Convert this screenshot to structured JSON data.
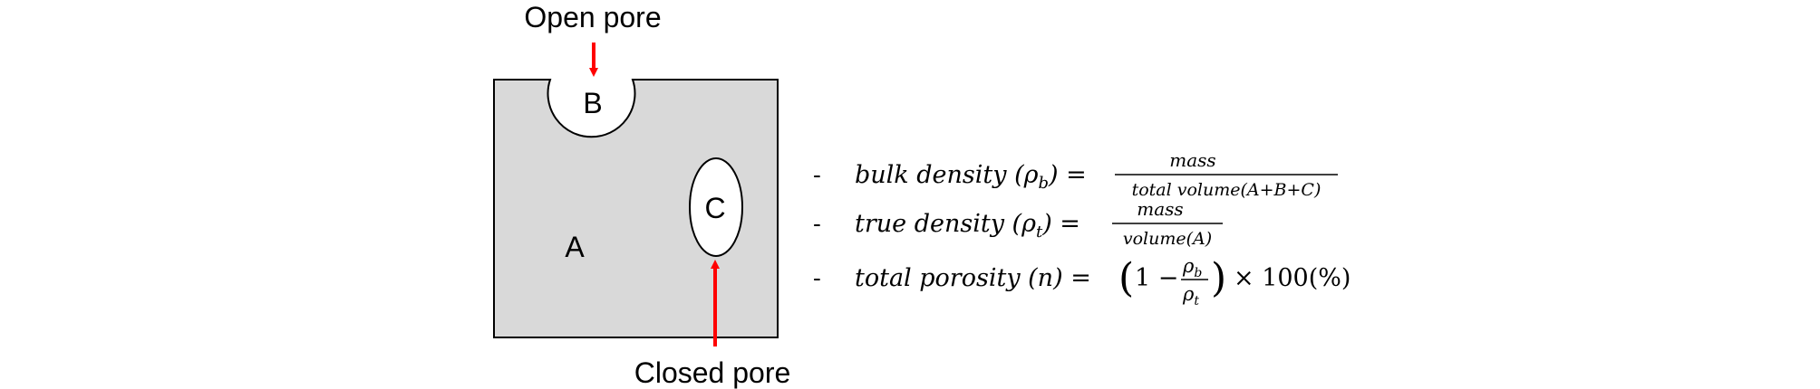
{
  "diagram": {
    "labels": {
      "open_pore": "Open pore",
      "closed_pore": "Closed pore",
      "region_a": "A",
      "region_b": "B",
      "region_c": "C"
    },
    "colors": {
      "solid_fill": "#d9d9d9",
      "outline": "#000000",
      "pore_fill": "#ffffff",
      "arrow": "#ff0000"
    }
  },
  "formulas": [
    {
      "bullet": "-",
      "lhs": "bulk density (ρ",
      "lhs_sub": "b",
      "lhs_close": ") =",
      "numerator": "mass",
      "denominator": "total volume(A+B+C)"
    },
    {
      "bullet": "-",
      "lhs": "true density (ρ",
      "lhs_sub": "t",
      "lhs_close": ") =",
      "numerator": "mass",
      "denominator": "volume(A)"
    },
    {
      "bullet": "-",
      "lhs": "total porosity (n) =",
      "paren_open": "(",
      "one_minus": "1 −",
      "frac_num": "ρ",
      "frac_num_sub": "b",
      "frac_den": "ρ",
      "frac_den_sub": "t",
      "paren_close": ")",
      "tail": "× 100(%)"
    }
  ]
}
